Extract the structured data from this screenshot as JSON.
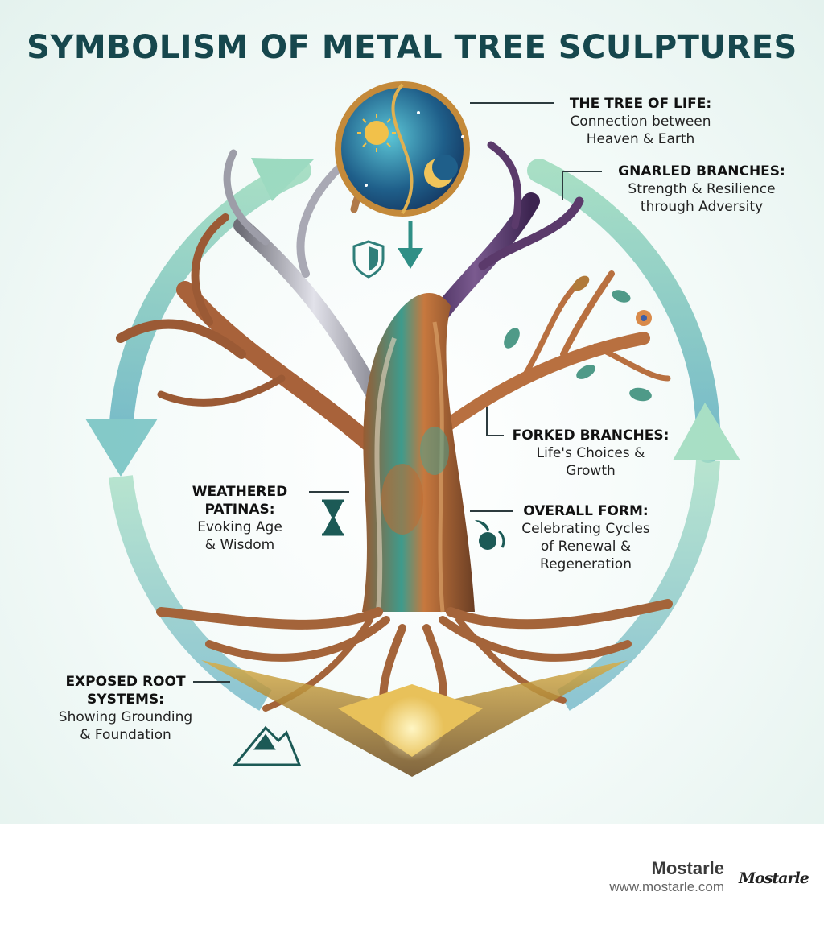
{
  "title": "SYMBOLISM OF METAL TREE SCULPTURES",
  "labels": {
    "tree_of_life": {
      "heading": "THE TREE OF LIFE:",
      "lines": [
        "Connection between",
        "Heaven & Earth"
      ]
    },
    "gnarled": {
      "heading": "GNARLED BRANCHES:",
      "lines": [
        "Strength & Resilience",
        "through Adversity"
      ]
    },
    "forked": {
      "heading": "FORKED BRANCHES:",
      "lines": [
        "Life's Choices &",
        "Growth"
      ]
    },
    "weathered": {
      "heading_lines": [
        "WEATHERED",
        "PATINAS:"
      ],
      "lines": [
        "Evoking Age",
        "& Wisdom"
      ]
    },
    "overall": {
      "heading": "OVERALL FORM:",
      "lines": [
        "Celebrating Cycles",
        "of Renewal &",
        "Regeneration"
      ]
    },
    "roots": {
      "heading_lines": [
        "EXPOSED ROOT",
        "SYSTEMS:"
      ],
      "lines": [
        "Showing Grounding",
        "& Foundation"
      ]
    }
  },
  "icons": [
    "sun-icon",
    "moon-icon",
    "shield-icon",
    "down-arrow-icon",
    "hourglass-icon",
    "renewal-icon",
    "mountain-icon",
    "cycle-arrows"
  ],
  "colors": {
    "title": "#16474d",
    "teal": "#2f8f86",
    "copper": "#b0683a",
    "purple": "#5b3a6b"
  },
  "footer": {
    "brand": "Mostarle",
    "url": "www.mostarle.com",
    "logo_text": "Mostarle"
  }
}
